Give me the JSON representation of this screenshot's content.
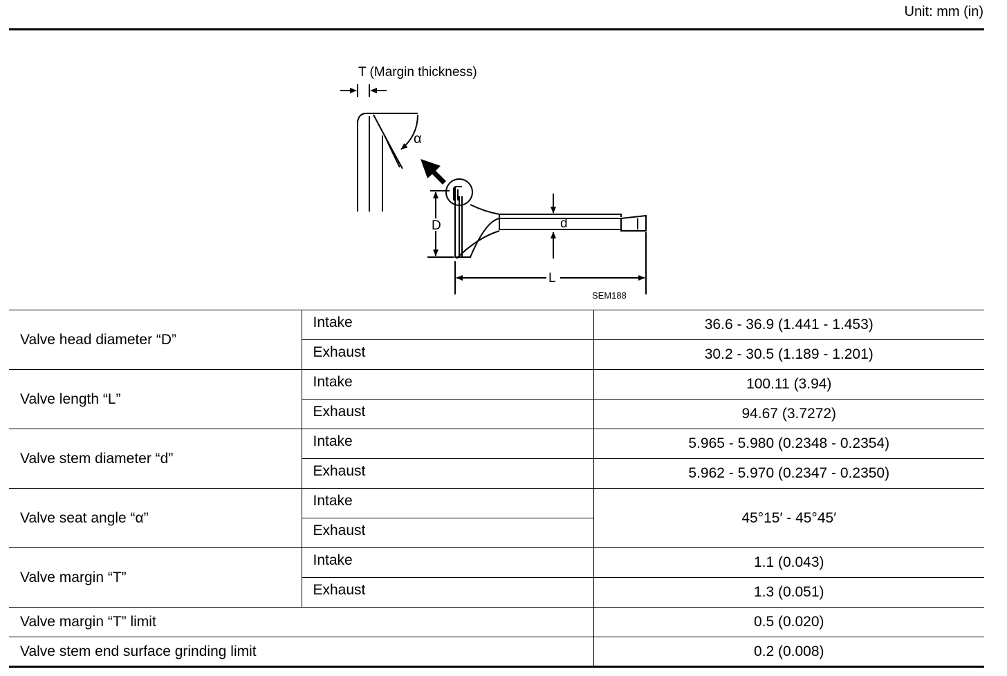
{
  "unit_label": "Unit: mm (in)",
  "figure": {
    "title": "T (Margin thickness)",
    "label_alpha": "α",
    "label_D": "D",
    "label_d": "d",
    "label_L": "L",
    "code": "SEM188"
  },
  "rows": [
    {
      "name": "Valve head diameter “D”",
      "intake": "Intake",
      "intake_value": "36.6 - 36.9 (1.441 - 1.453)",
      "exhaust": "Exhaust",
      "exhaust_value": "30.2 - 30.5 (1.189 - 1.201)"
    },
    {
      "name": "Valve length “L”",
      "intake": "Intake",
      "intake_value": "100.11 (3.94)",
      "exhaust": "Exhaust",
      "exhaust_value": "94.67 (3.7272)"
    },
    {
      "name": "Valve stem diameter “d”",
      "intake": "Intake",
      "intake_value": "5.965 - 5.980 (0.2348 - 0.2354)",
      "exhaust": "Exhaust",
      "exhaust_value": "5.962 - 5.970 (0.2347 - 0.2350)"
    },
    {
      "name": "Valve seat angle “α”",
      "intake": "Intake",
      "exhaust": "Exhaust",
      "value": "45°15′ - 45°45′"
    },
    {
      "name": "Valve margin “T”",
      "intake": "Intake",
      "intake_value": "1.1 (0.043)",
      "exhaust": "Exhaust",
      "exhaust_value": "1.3 (0.051)"
    }
  ],
  "single_rows": [
    {
      "name": "Valve margin “T” limit",
      "value": "0.5 (0.020)"
    },
    {
      "name": "Valve stem end surface grinding limit",
      "value": "0.2 (0.008)"
    }
  ]
}
